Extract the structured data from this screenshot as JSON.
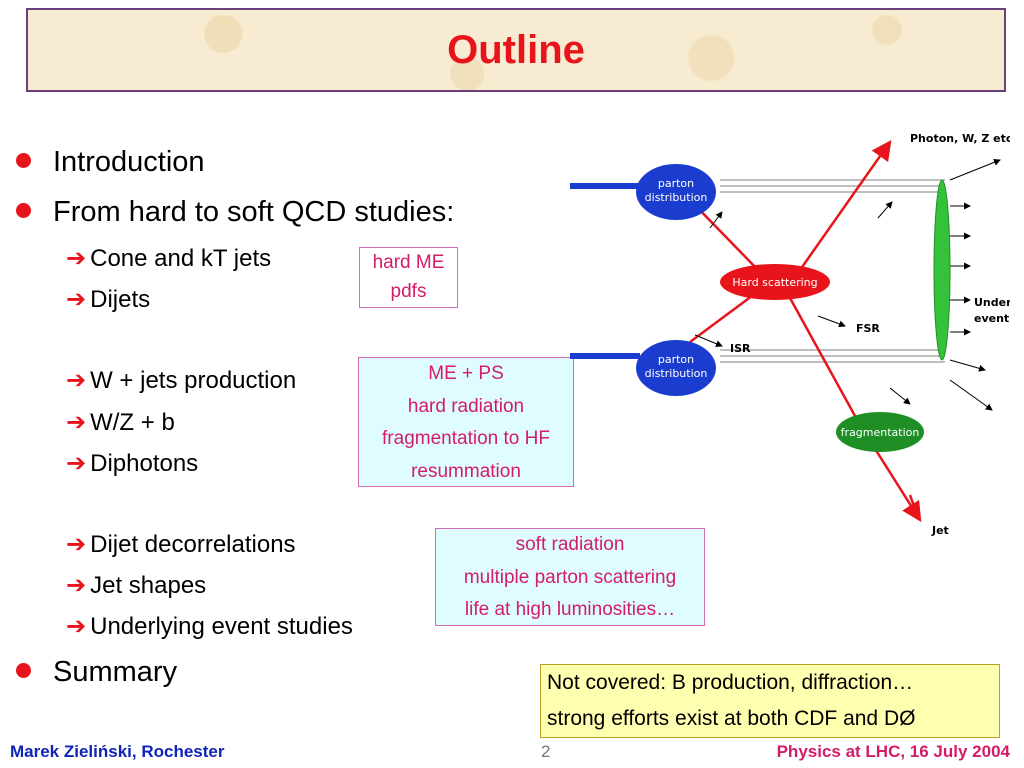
{
  "title": "Outline",
  "bullets": {
    "introduction": "Introduction",
    "hard_to_soft": "From hard to soft QCD studies:",
    "cone_kt": "Cone and kT jets",
    "dijets": "Dijets",
    "wjets": "W + jets  production",
    "wzb": "W/Z + b",
    "diphotons": "Diphotons",
    "decorrelations": "Dijet decorrelations",
    "jet_shapes": "Jet shapes",
    "underlying": "Underlying event studies",
    "summary": "Summary"
  },
  "boxes": {
    "box1": [
      "hard ME",
      "pdfs"
    ],
    "box2": [
      "ME + PS",
      "hard radiation",
      "fragmentation to HF",
      "resummation"
    ],
    "box3": [
      "soft radiation",
      "multiple parton scattering",
      "life at high luminosities…"
    ]
  },
  "note": {
    "line1": "Not covered: B production, diffraction…",
    "line2": "strong efforts exist at both CDF and DØ"
  },
  "diagram": {
    "photon": "Photon, W, Z etc.",
    "parton1_a": "parton",
    "parton1_b": "distribution",
    "parton2_a": "parton",
    "parton2_b": "distribution",
    "hard_scattering": "Hard scattering",
    "isr": "ISR",
    "fsr": "FSR",
    "under_a": "Under",
    "under_b": "event",
    "fragmentation": "fragmentation",
    "jet": "Jet"
  },
  "footer": {
    "author": "Marek Zieliński, Rochester",
    "page": "2",
    "event": "Physics at LHC,  16 July 2004"
  },
  "colors": {
    "accent_red": "#e8141c",
    "footer_blue": "#1024b8",
    "box_pink": "#d41c6a"
  }
}
